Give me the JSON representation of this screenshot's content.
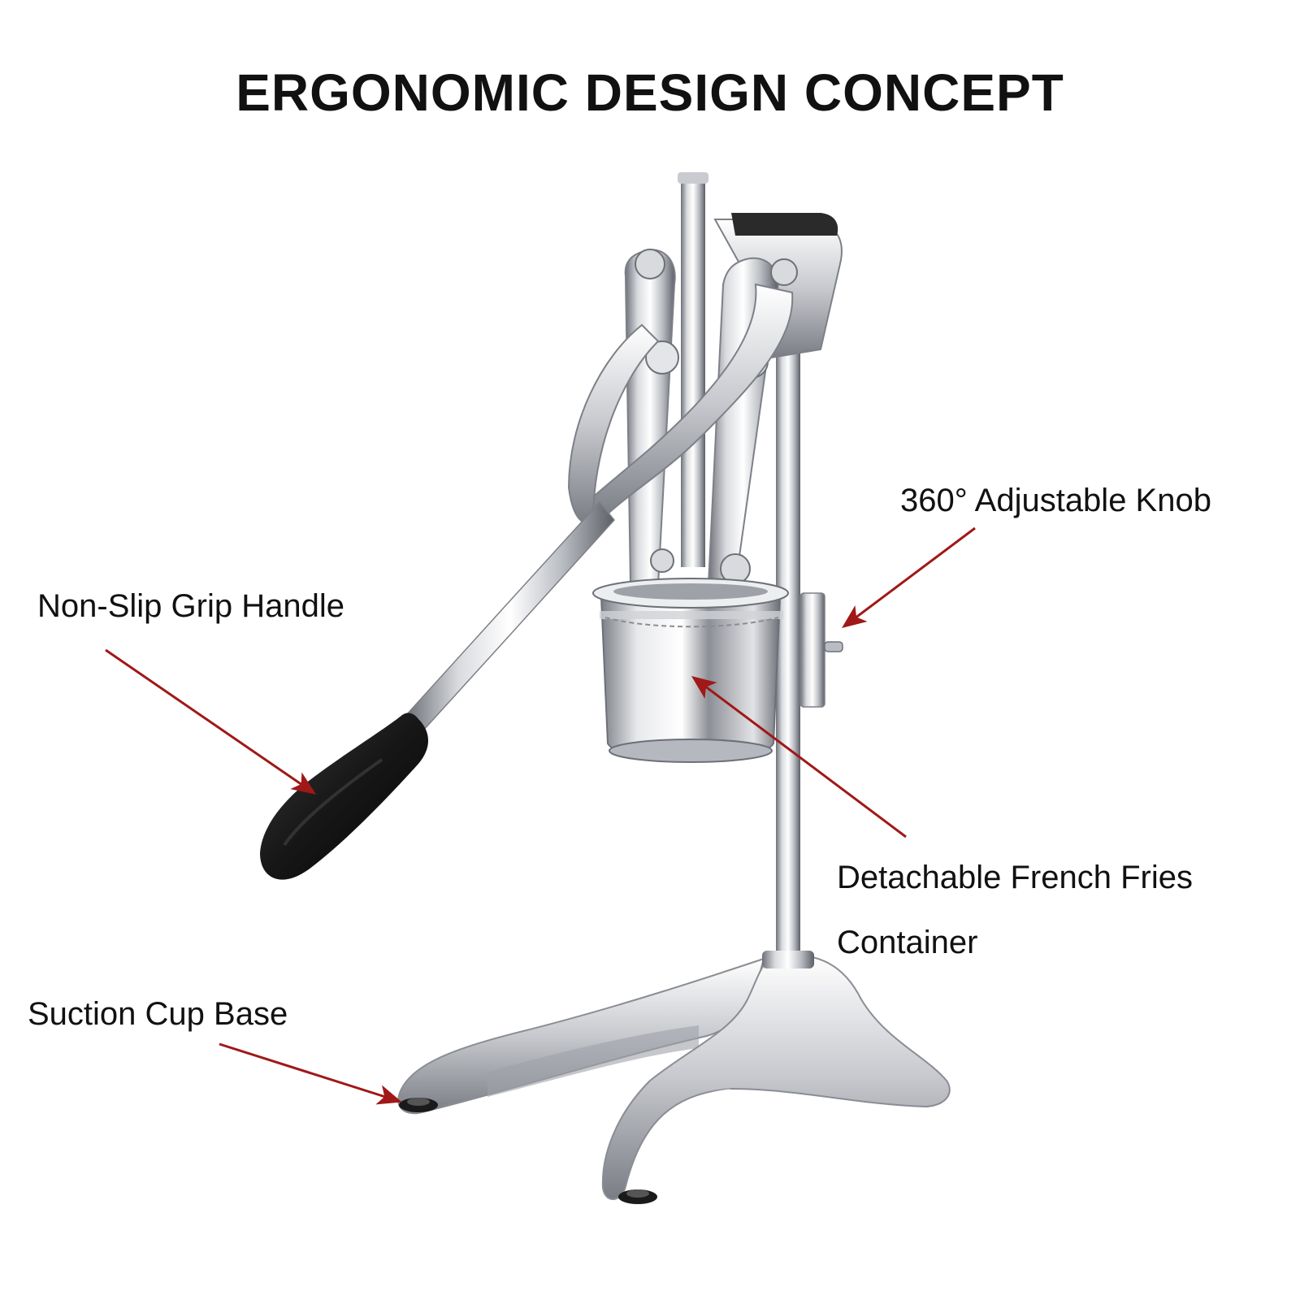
{
  "title": "ERGONOMIC DESIGN CONCEPT",
  "callouts": {
    "knob": "360° Adjustable Knob",
    "handle": "Non-Slip Grip Handle",
    "container_line1": "Detachable French Fries",
    "container_line2": "Container",
    "base": "Suction Cup Base"
  },
  "colors": {
    "arrow": "#a01818",
    "steel_light": "#f2f2f4",
    "steel_mid": "#b9bcc2",
    "steel_dark": "#6d7077",
    "grip": "#1a1a1a"
  },
  "icons": {
    "product": "french-fry-cutter-illustration",
    "arrow": "callout-arrow-icon"
  }
}
